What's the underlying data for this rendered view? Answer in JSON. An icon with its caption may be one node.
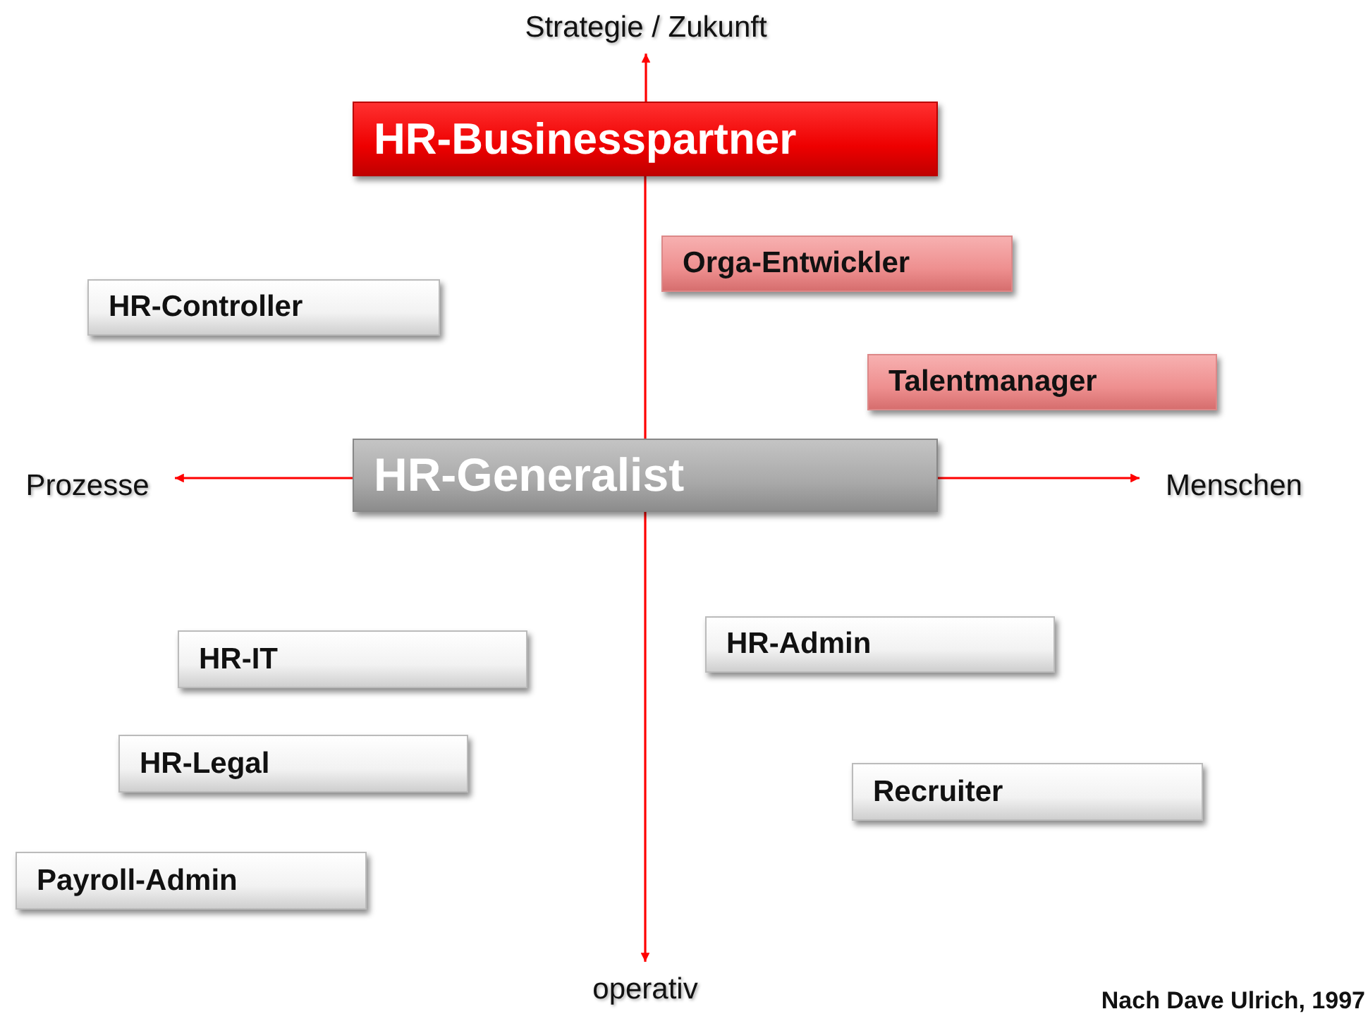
{
  "diagram": {
    "nodes": [
      {
        "text": [
          "Strategie / Zukunft"
        ]
      },
      {
        "text": [
          "HR-Businesspartner"
        ]
      },
      {
        "text": [
          "Orga-Entwickler"
        ]
      },
      {
        "text": [
          "HR-Controller"
        ]
      },
      {
        "text": [
          "Talentmanager"
        ]
      },
      {
        "text": [
          "Prozesse"
        ]
      },
      {
        "text": [
          "HR-Generalist"
        ]
      },
      {
        "text": [
          "Menschen"
        ]
      },
      {
        "text": [
          "HR-IT"
        ]
      },
      {
        "text": [
          "HR-Admin"
        ]
      },
      {
        "text": [
          "HR-Legal"
        ]
      },
      {
        "text": [
          "Recruiter"
        ]
      },
      {
        "text": [
          "Payroll-Admin"
        ]
      },
      {
        "text": [
          "operativ"
        ]
      }
    ],
    "edges": [
      {
        "from": 6,
        "to": 1,
        "arrow": "none"
      },
      {
        "from": 1,
        "to": 0,
        "arrow": "to"
      },
      {
        "from": 6,
        "to": 13,
        "arrow": "to"
      },
      {
        "from": 6,
        "to": 5,
        "arrow": "to"
      },
      {
        "from": 6,
        "to": 7,
        "arrow": "to"
      }
    ],
    "labels": [
      "Nach Dave Ulrich, 1997"
    ]
  }
}
